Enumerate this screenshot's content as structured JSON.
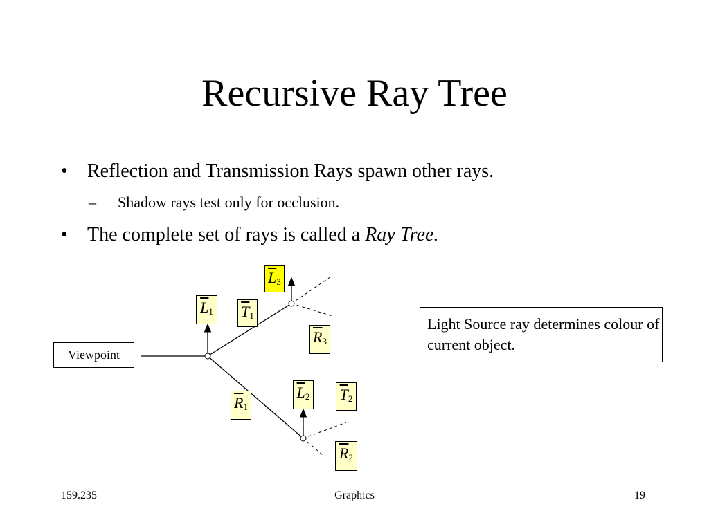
{
  "slide": {
    "title": "Recursive Ray Tree",
    "bullets": [
      "Reflection and Transmission Rays spawn other rays.",
      "The complete set of rays is called a"
    ],
    "bullet2_emphasis": "Ray Tree.",
    "sub_bullet": "Shadow rays test only for occlusion.",
    "bullet_symbol": "•",
    "dash_symbol": "–"
  },
  "diagram": {
    "viewpoint_label": "Viewpoint",
    "info_text": "Light Source ray determines colour of current object.",
    "labels": {
      "L1": {
        "letter": "L",
        "index": "1"
      },
      "T1": {
        "letter": "T",
        "index": "1"
      },
      "L3": {
        "letter": "L",
        "index": "3"
      },
      "R3": {
        "letter": "R",
        "index": "3"
      },
      "R1": {
        "letter": "R",
        "index": "1"
      },
      "L2": {
        "letter": "L",
        "index": "2"
      },
      "T2": {
        "letter": "T",
        "index": "2"
      },
      "R2": {
        "letter": "R",
        "index": "2"
      }
    },
    "highlight_color": "#ffff00",
    "label_color": "#ffffc8"
  },
  "footer": {
    "left": "159.235",
    "center": "Graphics",
    "right": "19"
  }
}
